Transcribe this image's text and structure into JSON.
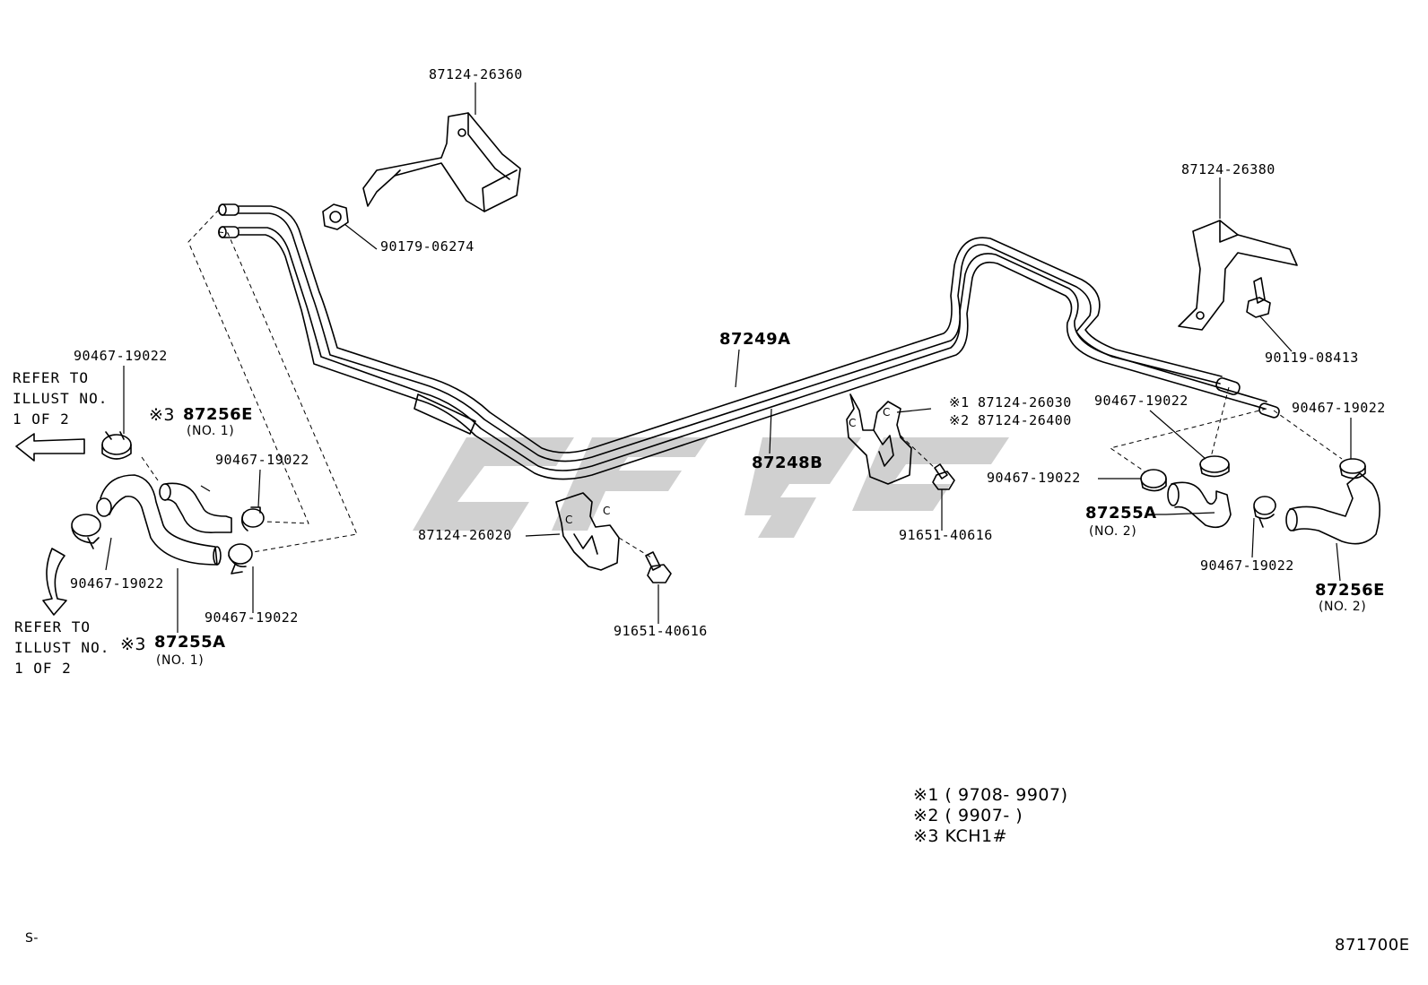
{
  "diagram": {
    "part_labels": {
      "p87124_26360": "87124-26360",
      "p90179_06274": "90179-06274",
      "p87124_26380": "87124-26380",
      "p90119_08413": "90119-08413",
      "p87249A": "87249A",
      "p87248B": "87248B",
      "p87124_26030": "87124-26030",
      "p87124_26400": "87124-26400",
      "p87124_26020": "87124-26020",
      "p91651_40616_a": "91651-40616",
      "p91651_40616_b": "91651-40616",
      "clamp_top_left": "90467-19022",
      "clamp_left_mid": "90467-19022",
      "clamp_left_lower": "90467-19022",
      "clamp_left_bottom": "90467-19022",
      "clamp_right_a": "90467-19022",
      "clamp_right_b": "90467-19022",
      "clamp_right_c": "90467-19022",
      "clamp_right_d": "90467-19022",
      "hose_87256E_left": "87256E",
      "hose_87255A_left": "87255A",
      "hose_87255A_right": "87255A",
      "hose_87256E_right": "87256E"
    },
    "sub_labels": {
      "no1_a": "(NO. 1)",
      "no1_b": "(NO. 1)",
      "no2_a": "(NO. 2)",
      "no2_b": "(NO. 2)"
    },
    "markers": {
      "m1": "※1",
      "m2": "※2",
      "m3_a": "※3",
      "m3_b": "※3"
    },
    "refer_top": "REFER TO\nILLUST NO.\n1 OF 2",
    "refer_bottom": "REFER TO\nILLUST NO.\n1 OF 2",
    "legend": [
      "※1 ( 9708- 9907)",
      "※2 ( 9907-          )",
      "※3  KCH1#"
    ],
    "corner_left": "S-",
    "corner_right": "871700E"
  }
}
